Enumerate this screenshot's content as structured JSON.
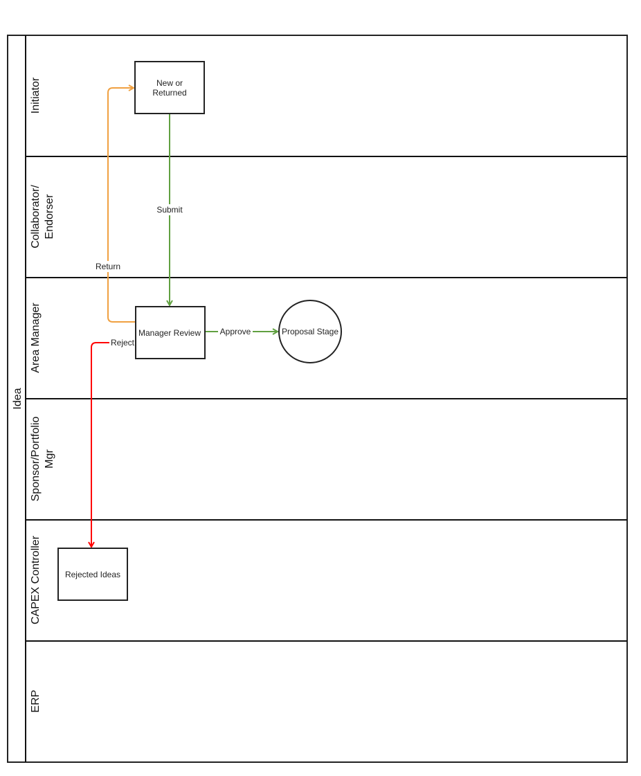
{
  "pool": {
    "title": "Idea"
  },
  "lanes": [
    {
      "label1": "Initiator",
      "label2": ""
    },
    {
      "label1": "Collaborator/",
      "label2": "Endorser"
    },
    {
      "label1": "Area Manager",
      "label2": ""
    },
    {
      "label1": "Sponsor/Portfolio",
      "label2": "Mgr"
    },
    {
      "label1": "CAPEX Controller",
      "label2": ""
    },
    {
      "label1": "ERP",
      "label2": ""
    }
  ],
  "nodes": {
    "new_or_returned": {
      "line1": "New or",
      "line2": "Returned"
    },
    "manager_review": "Manager Review",
    "proposal_stage": "Proposal Stage",
    "rejected_ideas": "Rejected Ideas"
  },
  "edges": {
    "submit": "Submit",
    "return": "Return",
    "approve": "Approve",
    "reject": "Reject"
  },
  "colors": {
    "submit": "#60a040",
    "return": "#f0a040",
    "reject": "#ff0000"
  }
}
